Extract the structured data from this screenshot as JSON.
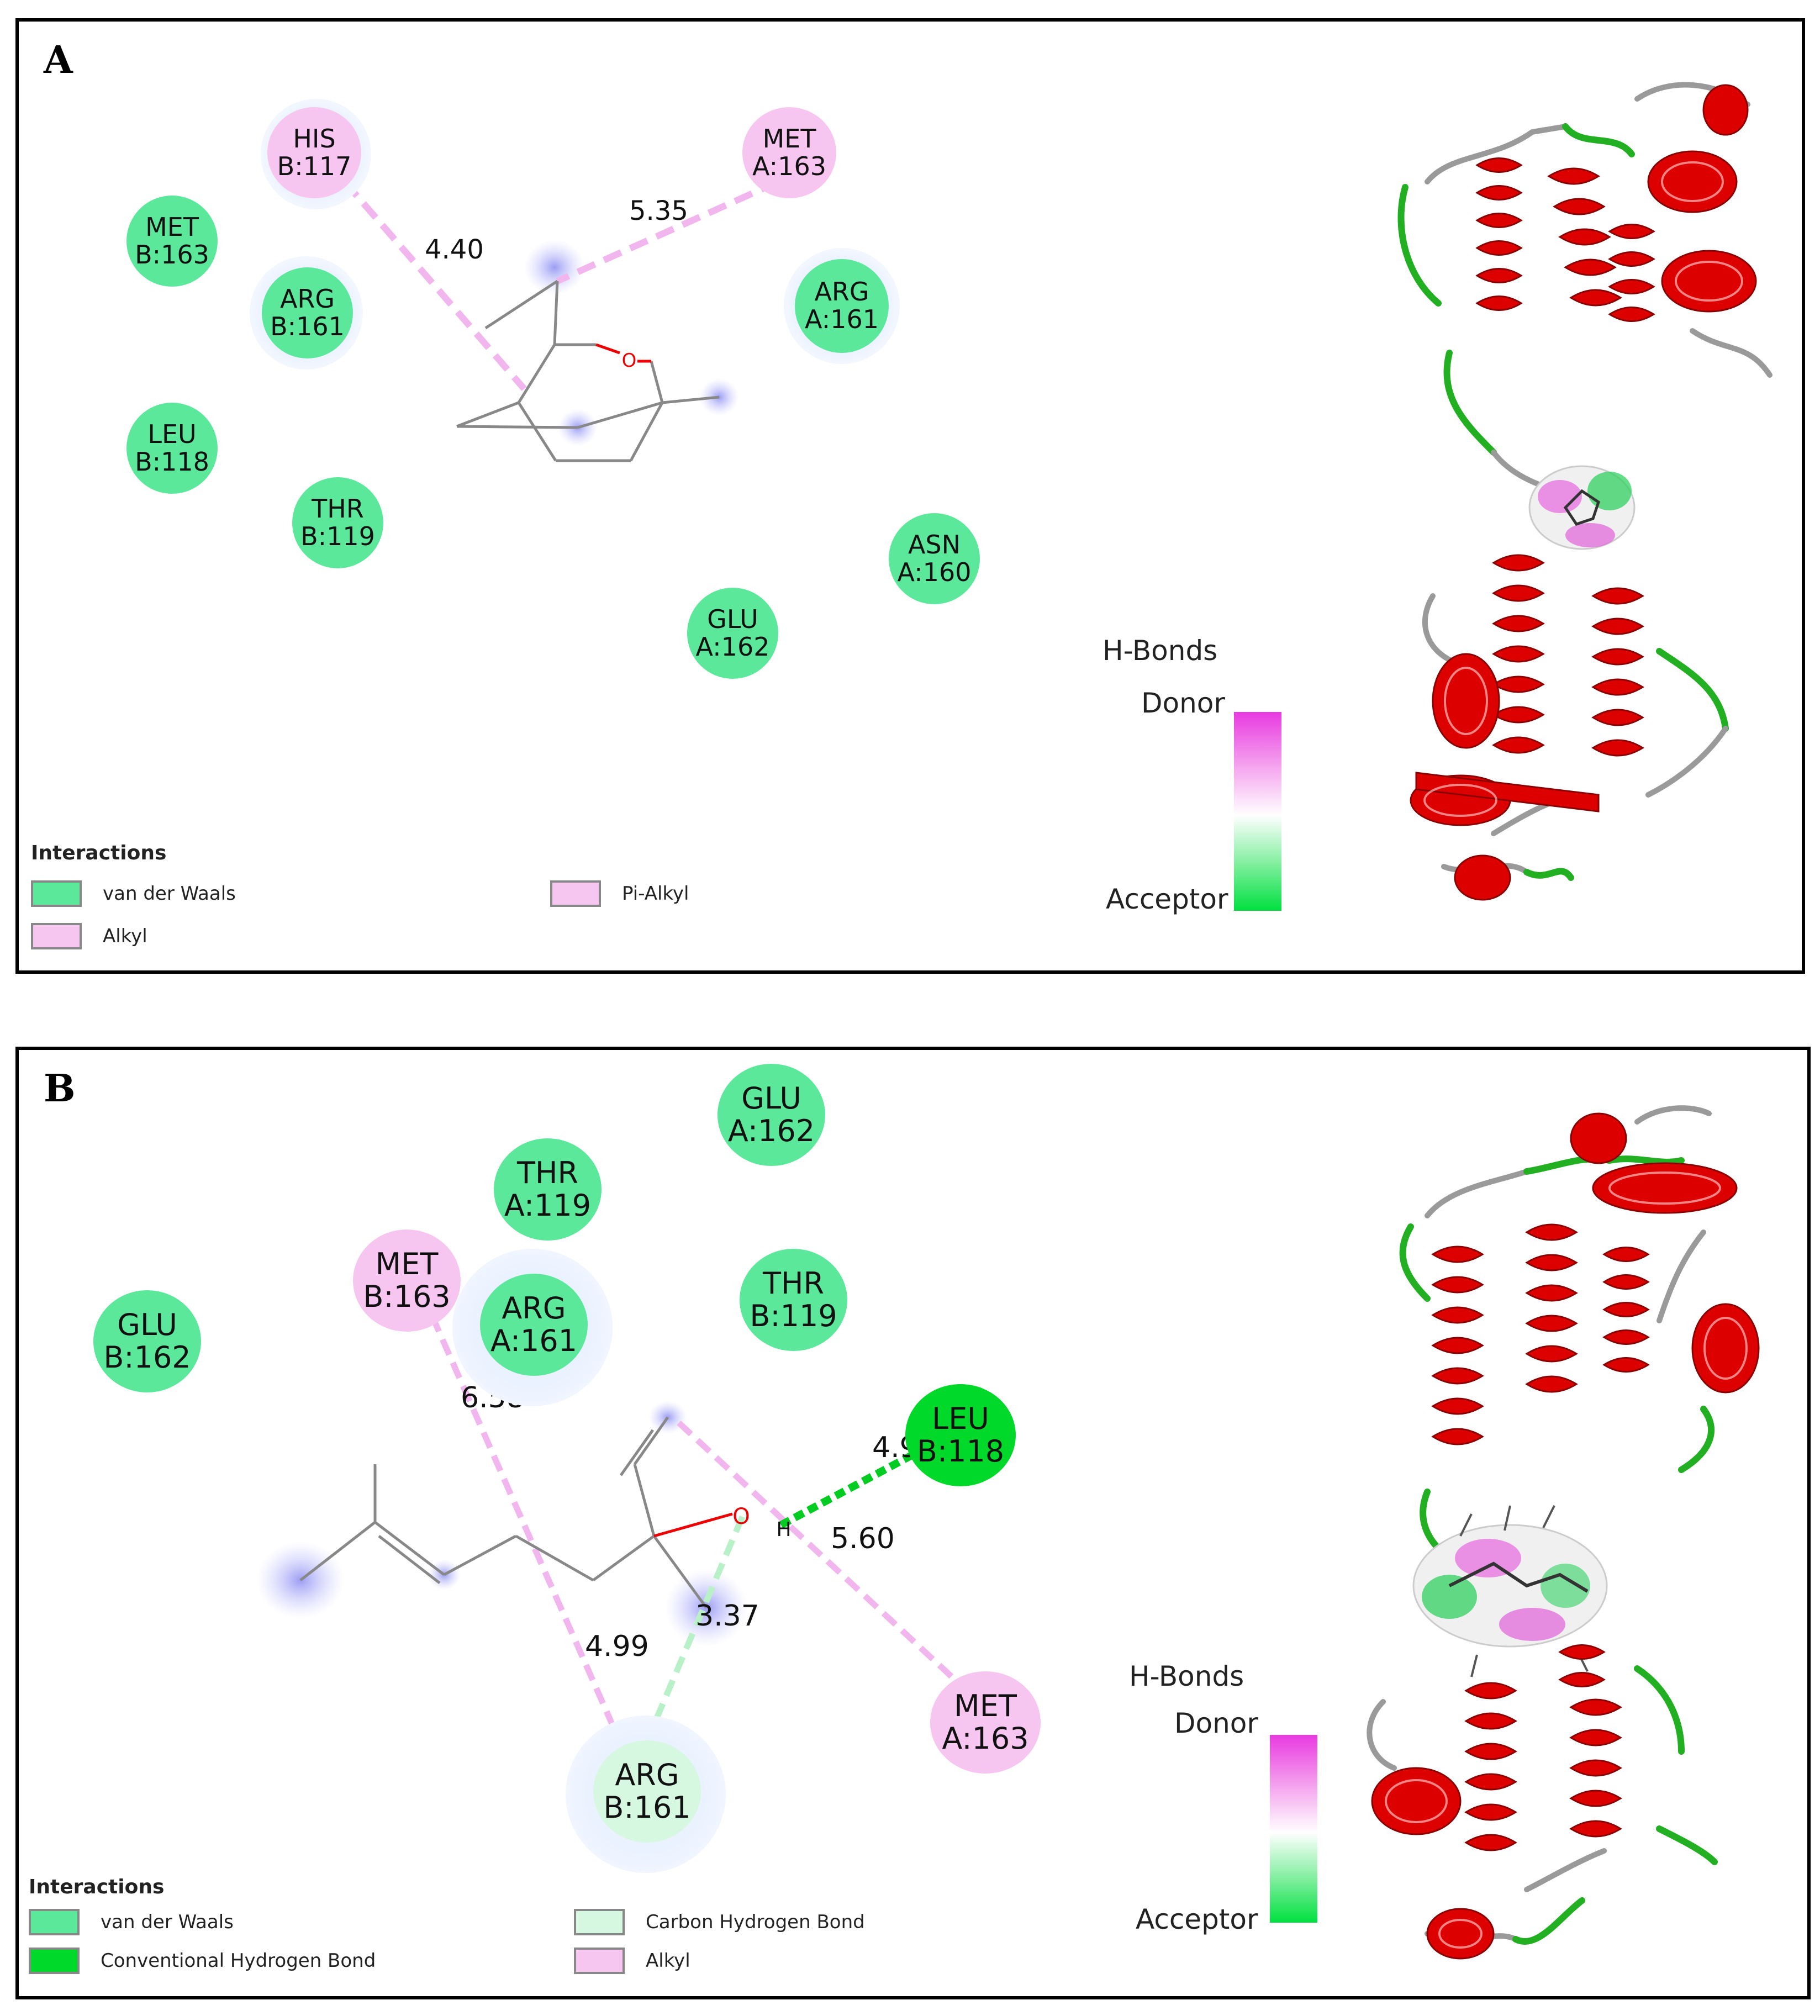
{
  "panelA": {
    "label": "A",
    "residues": [
      {
        "id": "HIS-B117",
        "line1": "HIS",
        "line2": "B:117",
        "type": "alkyl"
      },
      {
        "id": "MET-A163",
        "line1": "MET",
        "line2": "A:163",
        "type": "alkyl"
      },
      {
        "id": "MET-B163",
        "line1": "MET",
        "line2": "B:163",
        "type": "vdw"
      },
      {
        "id": "ARG-B161",
        "line1": "ARG",
        "line2": "B:161",
        "type": "vdw"
      },
      {
        "id": "ARG-A161",
        "line1": "ARG",
        "line2": "A:161",
        "type": "vdw"
      },
      {
        "id": "LEU-B118",
        "line1": "LEU",
        "line2": "B:118",
        "type": "vdw"
      },
      {
        "id": "THR-B119",
        "line1": "THR",
        "line2": "B:119",
        "type": "vdw"
      },
      {
        "id": "ASN-A160",
        "line1": "ASN",
        "line2": "A:160",
        "type": "vdw"
      },
      {
        "id": "GLU-A162",
        "line1": "GLU",
        "line2": "A:162",
        "type": "vdw"
      }
    ],
    "distances": [
      "4.40",
      "5.35"
    ],
    "legend": {
      "title": "Interactions",
      "items": [
        "van der Waals",
        "Alkyl",
        "Pi-Alkyl"
      ]
    },
    "hbonds": {
      "title": "H-Bonds",
      "donor": "Donor",
      "acceptor": "Acceptor"
    }
  },
  "panelB": {
    "label": "B",
    "residues": [
      {
        "id": "GLU-A162",
        "line1": "GLU",
        "line2": "A:162",
        "type": "vdw"
      },
      {
        "id": "THR-A119",
        "line1": "THR",
        "line2": "A:119",
        "type": "vdw"
      },
      {
        "id": "MET-B163",
        "line1": "MET",
        "line2": "B:163",
        "type": "alkyl"
      },
      {
        "id": "ARG-A161",
        "line1": "ARG",
        "line2": "A:161",
        "type": "vdw"
      },
      {
        "id": "THR-B119",
        "line1": "THR",
        "line2": "B:119",
        "type": "vdw"
      },
      {
        "id": "GLU-B162",
        "line1": "GLU",
        "line2": "B:162",
        "type": "vdw"
      },
      {
        "id": "LEU-B118",
        "line1": "LEU",
        "line2": "B:118",
        "type": "hbond"
      },
      {
        "id": "MET-A163",
        "line1": "MET",
        "line2": "A:163",
        "type": "alkyl"
      },
      {
        "id": "ARG-B161",
        "line1": "ARG",
        "line2": "B:161",
        "type": "chbond"
      }
    ],
    "distances": [
      "6.58",
      "4.92",
      "5.60",
      "3.37",
      "4.99"
    ],
    "atoms": {
      "oxygen": "O",
      "hydrogen": "H"
    },
    "legend": {
      "title": "Interactions",
      "items": [
        "van der Waals",
        "Conventional Hydrogen Bond",
        "Carbon Hydrogen Bond",
        "Alkyl"
      ]
    },
    "hbonds": {
      "title": "H-Bonds",
      "donor": "Donor",
      "acceptor": "Acceptor"
    }
  },
  "colors": {
    "vdw": "#5be89a",
    "alkyl": "#f6c6f1",
    "hbond": "#00d82a",
    "chbond": "#d6f8e0",
    "helix": "#dd0000",
    "turn": "#22b022",
    "coil": "#9a9a9a"
  }
}
